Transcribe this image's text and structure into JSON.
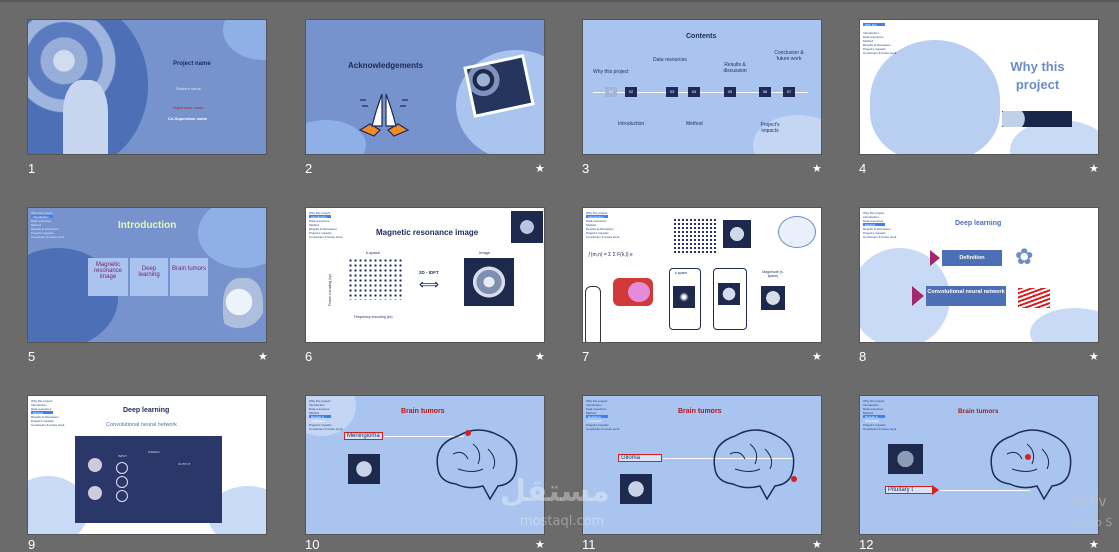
{
  "slides": [
    {
      "number": "1",
      "star": "",
      "title": "Project name",
      "student": "Student name",
      "supervisor": "Supervisor name",
      "cosupervisor": "Co-Supervisor name"
    },
    {
      "number": "2",
      "star": "★",
      "title": "Acknowledgements"
    },
    {
      "number": "3",
      "star": "★",
      "title": "Contents",
      "items_top": [
        "Why this project",
        "Data resources",
        "Results & discussion",
        "Conclusion & future work"
      ],
      "items_bottom": [
        "Introduction",
        "Method",
        "Project's impacts"
      ],
      "steps": [
        "01",
        "02",
        "03",
        "04",
        "05",
        "06",
        "07"
      ]
    },
    {
      "number": "4",
      "star": "★",
      "title": "Why this project"
    },
    {
      "number": "5",
      "star": "★",
      "title": "Introduction",
      "boxes": [
        "Magnetic resonance image",
        "Deep learning",
        "Brain tumors"
      ]
    },
    {
      "number": "6",
      "star": "★",
      "title": "Magnetic resonance image",
      "kspace": "k-space",
      "image": "Image",
      "arrow": "2D - IDFT",
      "xlabel": "Frequency encoding (kx)",
      "ylabel": "Phase encoding (ky)"
    },
    {
      "number": "7",
      "star": "★",
      "kspace": "k-space",
      "magnitude": "Magnitude (x-space)"
    },
    {
      "number": "8",
      "star": "★",
      "title": "Deep learning",
      "items": [
        "Definition",
        "Convolutional neural network"
      ]
    },
    {
      "number": "9",
      "star": "",
      "title": "Deep learning",
      "subtitle": "Convolutional neural network",
      "layers": [
        "INPUT",
        "HIDDEN",
        "OUTPUT"
      ]
    },
    {
      "number": "10",
      "star": "★",
      "title": "Brain tumors",
      "label": "Meningioma"
    },
    {
      "number": "11",
      "star": "★",
      "title": "Brain tumors",
      "label": "Glioma"
    },
    {
      "number": "12",
      "star": "★",
      "title": "Brain tumors",
      "label": "Pituitary t"
    }
  ],
  "toc_mini": [
    "Why this project",
    "Introduction",
    "Data resources",
    "Method",
    "Results & discussion",
    "Project's impacts",
    "Conclusion & future work"
  ],
  "watermark": {
    "arabic": "مستقل",
    "latin": "mostaql.com",
    "activate1": "Activ",
    "activate2": "Go to S"
  },
  "colors": {
    "slide_blue": "#6a8cc9",
    "light_blue": "#a9c4ef",
    "navy": "#1e2a5a",
    "red": "#d62020",
    "bg": "#6b6b6b"
  }
}
